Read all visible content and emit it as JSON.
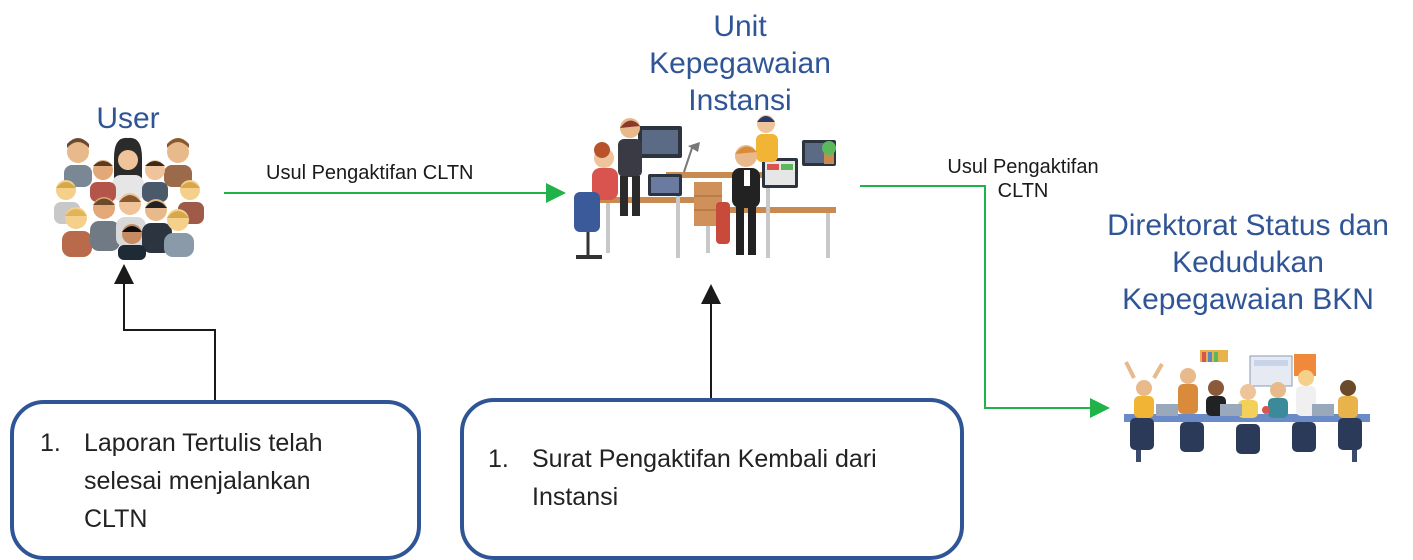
{
  "nodes": {
    "user": {
      "title": "User"
    },
    "unit": {
      "title_lines": [
        "Unit",
        "Kepegawaian",
        "Instansi"
      ]
    },
    "direktorat": {
      "title_lines": [
        "Direktorat Status dan",
        "Kedudukan",
        "Kepegawaian BKN"
      ]
    }
  },
  "edges": {
    "user_to_unit": {
      "label": "Usul Pengaktifan CLTN"
    },
    "unit_to_direktorat": {
      "label_lines": [
        "Usul Pengaktifan",
        "CLTN"
      ]
    }
  },
  "notes": {
    "user_note": {
      "number": "1.",
      "lines": [
        "Laporan Tertulis telah",
        "selesai menjalankan",
        "CLTN"
      ]
    },
    "unit_note": {
      "number": "1.",
      "lines": [
        "Surat Pengaktifan Kembali dari",
        "Instansi"
      ]
    }
  },
  "colors": {
    "title_blue": "#2f5597",
    "box_border": "#2f5597",
    "arrow_green": "#1fb34a",
    "arrow_dark": "#1a1a1a"
  },
  "icons": {
    "user": "people-group-icon",
    "unit": "office-workers-illustration",
    "direktorat": "team-meeting-illustration"
  }
}
